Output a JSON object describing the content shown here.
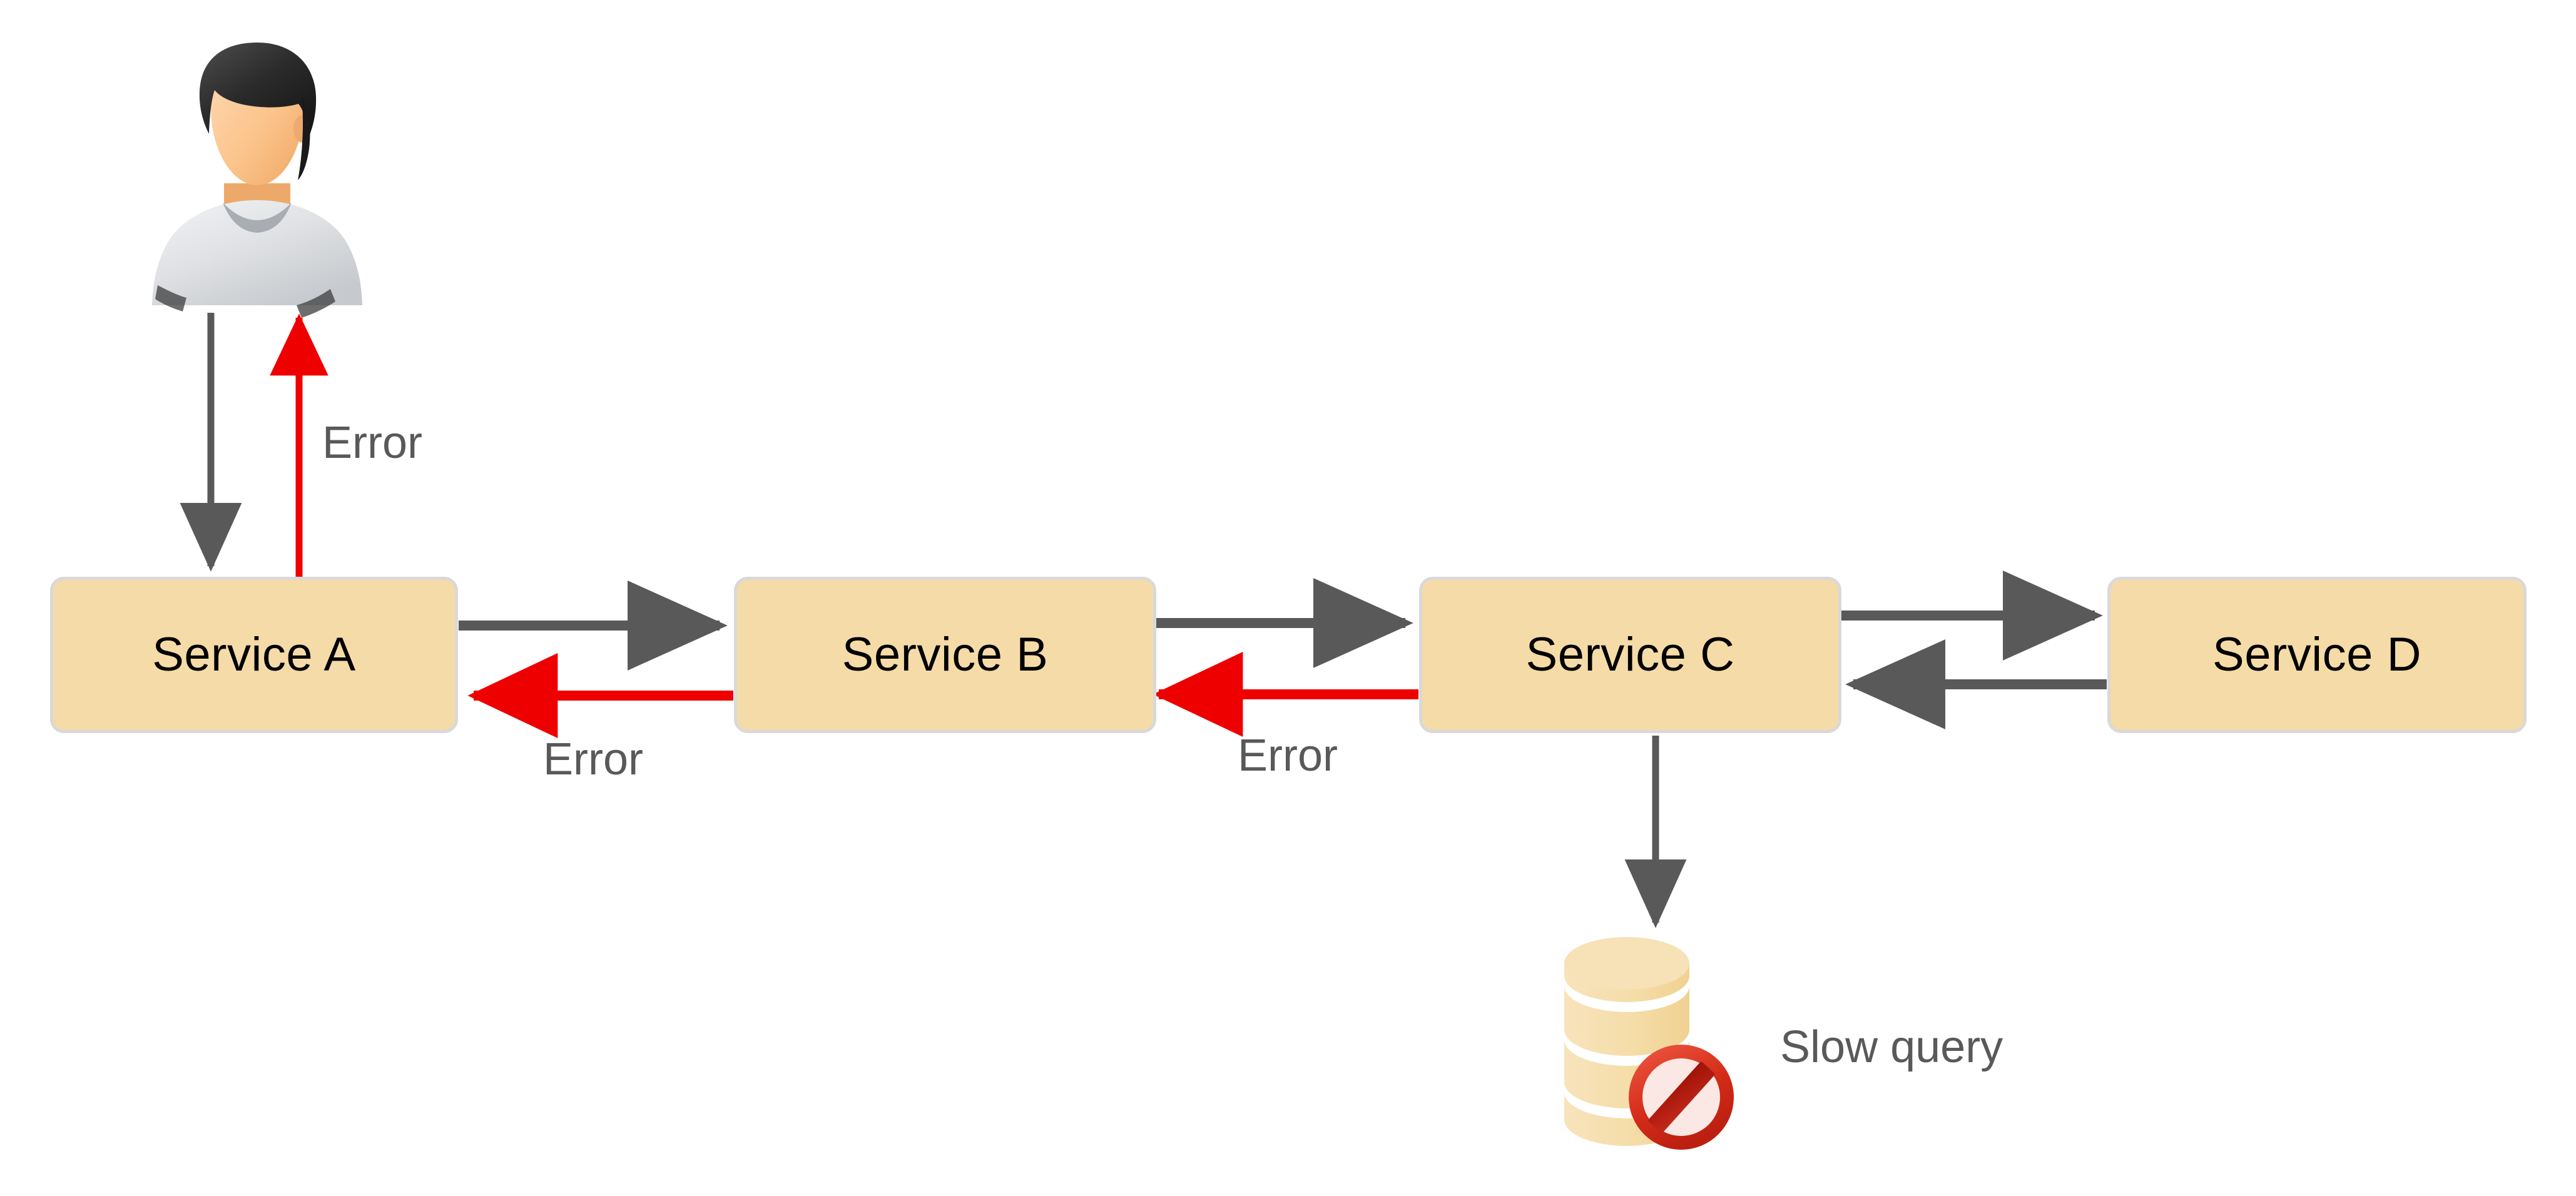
{
  "diagram": {
    "title": "Service call chain with error propagation",
    "background_color": "#ffffff",
    "nodes": [
      {
        "id": "user",
        "label": "",
        "type": "actor-icon",
        "icon": "user-avatar-icon"
      },
      {
        "id": "service-a",
        "label": "Service A",
        "type": "service-box"
      },
      {
        "id": "service-b",
        "label": "Service B",
        "type": "service-box"
      },
      {
        "id": "service-c",
        "label": "Service C",
        "type": "service-box"
      },
      {
        "id": "service-d",
        "label": "Service D",
        "type": "service-box"
      },
      {
        "id": "database",
        "label": "",
        "type": "database-icon",
        "icon": "database-cylinder-icon",
        "badge": "prohibited-icon"
      }
    ],
    "edges": [
      {
        "from": "user",
        "to": "service-a",
        "label": "",
        "color": "#595959",
        "style": "solid"
      },
      {
        "from": "service-a",
        "to": "user",
        "label": "Error",
        "color": "#ee0000",
        "style": "solid"
      },
      {
        "from": "service-a",
        "to": "service-b",
        "label": "",
        "color": "#595959",
        "style": "solid"
      },
      {
        "from": "service-b",
        "to": "service-a",
        "label": "Error",
        "color": "#ee0000",
        "style": "solid"
      },
      {
        "from": "service-b",
        "to": "service-c",
        "label": "",
        "color": "#595959",
        "style": "solid"
      },
      {
        "from": "service-c",
        "to": "service-b",
        "label": "Error",
        "color": "#ee0000",
        "style": "solid"
      },
      {
        "from": "service-c",
        "to": "service-d",
        "label": "",
        "color": "#595959",
        "style": "solid"
      },
      {
        "from": "service-d",
        "to": "service-c",
        "label": "",
        "color": "#595959",
        "style": "solid"
      },
      {
        "from": "service-c",
        "to": "database",
        "label": "",
        "color": "#595959",
        "style": "solid"
      }
    ],
    "labels": {
      "error_user": "Error",
      "error_a_b": "Error",
      "error_b_c": "Error",
      "slow_query": "Slow query"
    },
    "colors": {
      "node_fill": "#f5dba7",
      "node_border": "#d9d9d9",
      "node_text": "#000000",
      "normal_edge": "#595959",
      "error_edge": "#ee0000",
      "label_text": "#595959",
      "db_fill": "#f5dda8",
      "db_band": "#ffffff",
      "badge_ring": "#cc2200",
      "badge_face": "#fbe8e4"
    }
  }
}
